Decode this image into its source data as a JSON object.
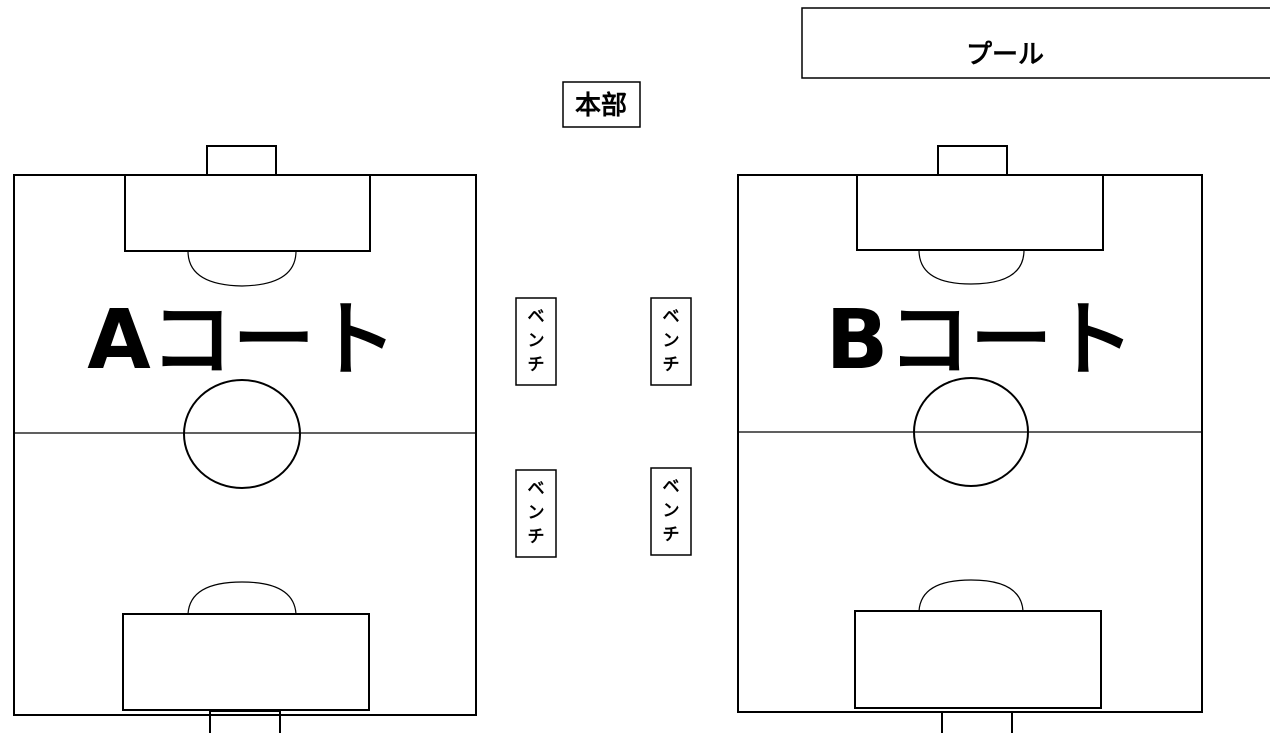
{
  "pool": {
    "label": "プール"
  },
  "headquarters": {
    "label": "本部"
  },
  "courts": [
    {
      "label": "Aコート"
    },
    {
      "label": "Bコート"
    }
  ],
  "benches": [
    {
      "label": "ベンチ"
    },
    {
      "label": "ベンチ"
    },
    {
      "label": "ベンチ"
    },
    {
      "label": "ベンチ"
    }
  ],
  "colors": {
    "line": "#000000",
    "background": "#ffffff"
  }
}
